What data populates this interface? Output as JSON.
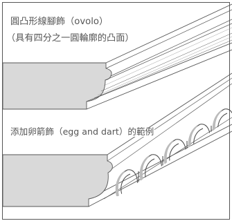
{
  "figure": {
    "top_moulding": {
      "name": "圓凸形線腳飾（ovolo）",
      "description": "（具有四分之一圓輪廓的凸面）"
    },
    "bottom_moulding": {
      "name": "添加卵箭飾（egg and dart）的範例"
    },
    "colors": {
      "stone_face": "#d9d9d9",
      "line": "#555555",
      "background": "#ffffff"
    }
  }
}
